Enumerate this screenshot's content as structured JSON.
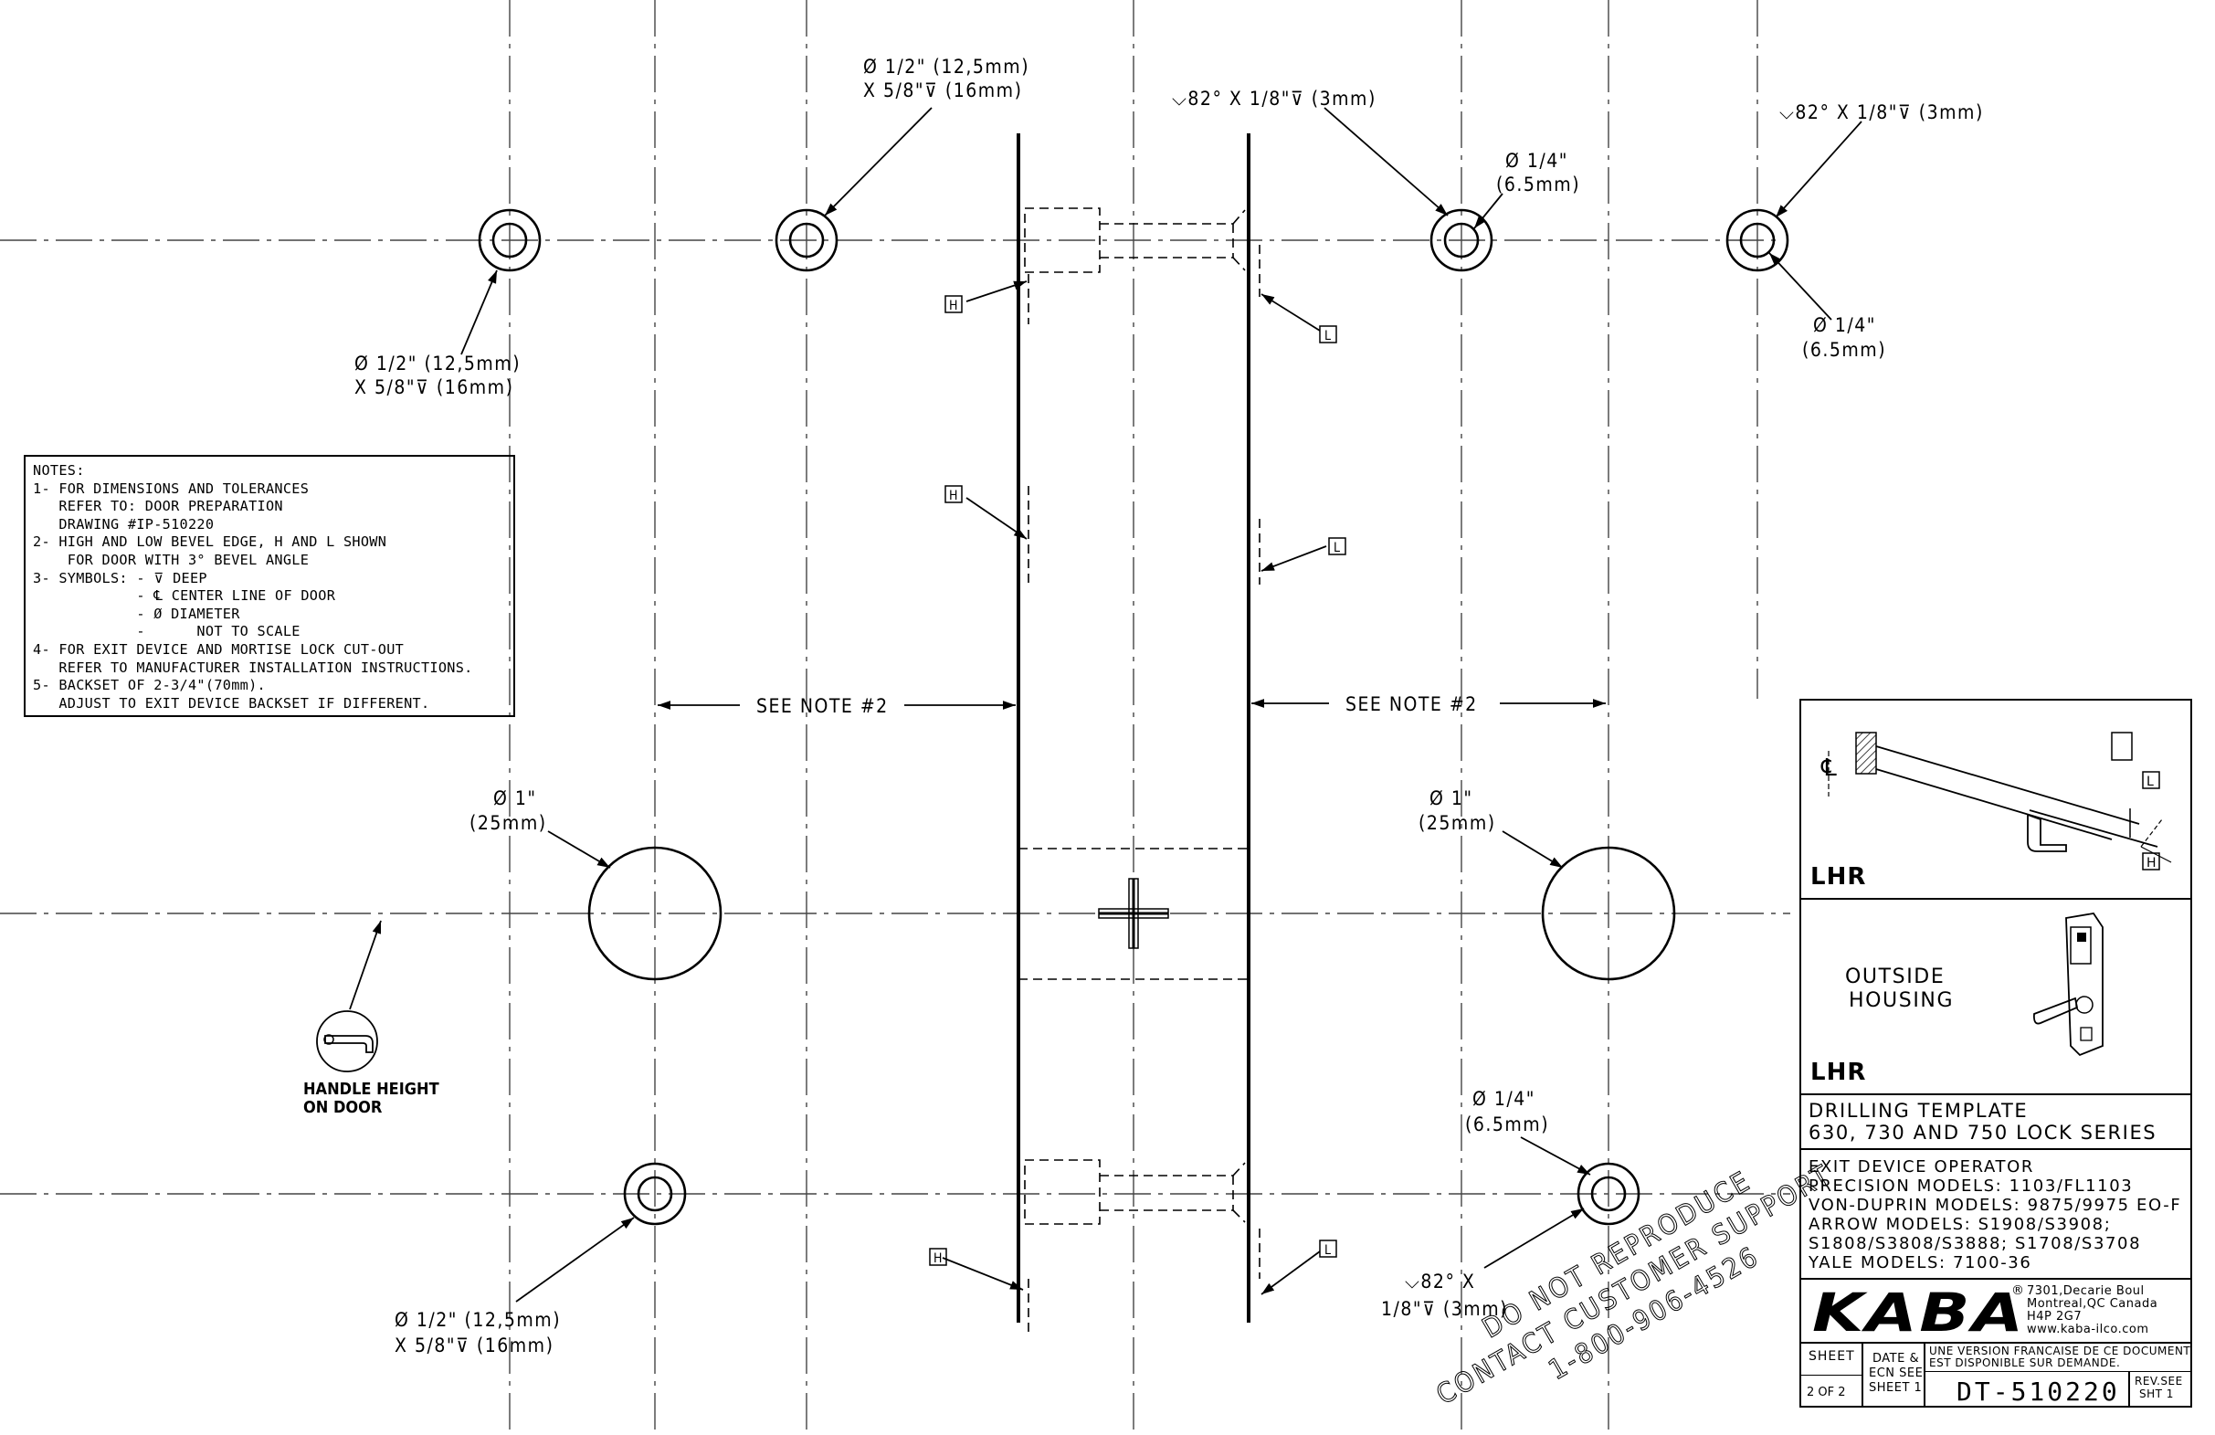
{
  "callouts": {
    "top_left_hole_a": [
      "Ø 1/2\" (12,5mm)",
      "X 5/8\"⊽ (16mm)"
    ],
    "top_left_hole_b": [
      "Ø 1/2\" (12,5mm)",
      "X 5/8\"⊽ (16mm)"
    ],
    "top_right_hole_a": [
      "⌵82° X 1/8\"⊽ (3mm)",
      "Ø 1/4\"",
      "(6.5mm)"
    ],
    "top_right_hole_b": [
      "⌵82° X 1/8\"⊽ (3mm)",
      "Ø 1/4\"",
      "(6.5mm)"
    ],
    "left_big_hole": [
      "Ø 1\"",
      "(25mm)"
    ],
    "right_big_hole": [
      "Ø 1\"",
      "(25mm)"
    ],
    "bottom_left_hole": [
      "Ø 1/2\" (12,5mm)",
      "X 5/8\"⊽ (16mm)"
    ],
    "bottom_right_hole": [
      "Ø 1/4\"",
      "(6.5mm)",
      "⌵82° X",
      "1/8\"⊽ (3mm)"
    ],
    "see_note_left": "SEE NOTE #2",
    "see_note_right": "SEE NOTE #2",
    "edge_marks": {
      "high": "H",
      "low": "L"
    },
    "handle_height": [
      "HANDLE HEIGHT",
      "ON DOOR"
    ]
  },
  "watermark": [
    "DO NOT REPRODUCE",
    "CONTACT CUSTOMER SUPPORT",
    "1-800-906-4526"
  ],
  "notes": "NOTES:\n1- FOR DIMENSIONS AND TOLERANCES\n   REFER TO: DOOR PREPARATION\n   DRAWING #IP-510220\n2- HIGH AND LOW BEVEL EDGE, H AND L SHOWN\n    FOR DOOR WITH 3° BEVEL ANGLE\n3- SYMBOLS: - ⊽ DEEP\n            - ℄ CENTER LINE OF DOOR\n            - Ø DIAMETER\n            -      NOT TO SCALE\n4- FOR EXIT DEVICE AND MORTISE LOCK CUT-OUT\n   REFER TO MANUFACTURER INSTALLATION INSTRUCTIONS.\n5- BACKSET OF 2-3/4\"(70mm).\n   ADJUST TO EXIT DEVICE BACKSET IF DIFFERENT.",
  "title_block": {
    "view1_label": "LHR",
    "view2_label": "LHR",
    "outside_housing": [
      "OUTSIDE",
      "HOUSING"
    ],
    "title": [
      "DRILLING TEMPLATE",
      "630, 730 AND 750 LOCK SERIES"
    ],
    "models": [
      "EXIT DEVICE OPERATOR",
      "PRECISION MODELS: 1103/FL1103",
      "VON-DUPRIN MODELS: 9875/9975 EO-F",
      "ARROW MODELS: S1908/S3908;",
      "S1808/S3808/S3888; S1708/S3708",
      "YALE MODELS: 7100-36"
    ],
    "logo": "KABA",
    "registered": "®",
    "address": [
      "7301,Decarie Boul",
      "Montreal,QC Canada",
      "H4P 2G7",
      "www.kaba-ilco.com"
    ],
    "sheet_label": "SHEET",
    "sheet_value": "2 OF 2",
    "date_ecn": [
      "DATE &",
      "ECN SEE",
      "SHEET 1"
    ],
    "french_note": [
      "UNE VERSION FRANCAISE DE CE DOCUMENT",
      "EST DISPONIBLE SUR DEMANDE."
    ],
    "drawing_number": "DT-510220",
    "rev": [
      "REV.SEE",
      "SHT 1"
    ]
  }
}
